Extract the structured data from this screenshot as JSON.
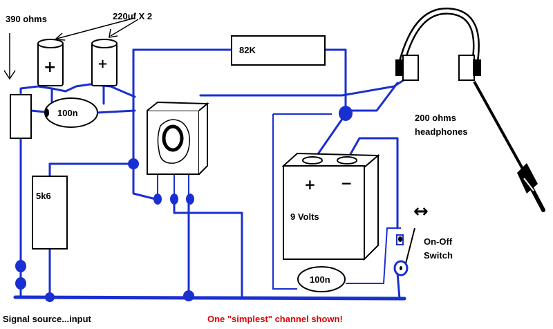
{
  "labels": {
    "resistor_390": "390 ohms",
    "caps_220": "220uf  X  2",
    "cap_100n_top": "100n",
    "resistor_82k": "82K",
    "resistor_5k6": "5k6",
    "headphones": "200 ohms",
    "headphones_line2": "headphones",
    "battery": "9 Volts",
    "battery_plus": "+",
    "battery_minus": "−",
    "cap_100n_bottom": "100n",
    "switch_line1": "On-Off",
    "switch_line2": "Switch",
    "switch_arrow": "↔",
    "signal_source": "Signal source...input",
    "footnote": "One \"simplest\" channel shown!",
    "cap_plus": "+"
  },
  "colors": {
    "wire": "#1a2fd0",
    "footnote": "#e00000",
    "component_outline": "#000000"
  }
}
